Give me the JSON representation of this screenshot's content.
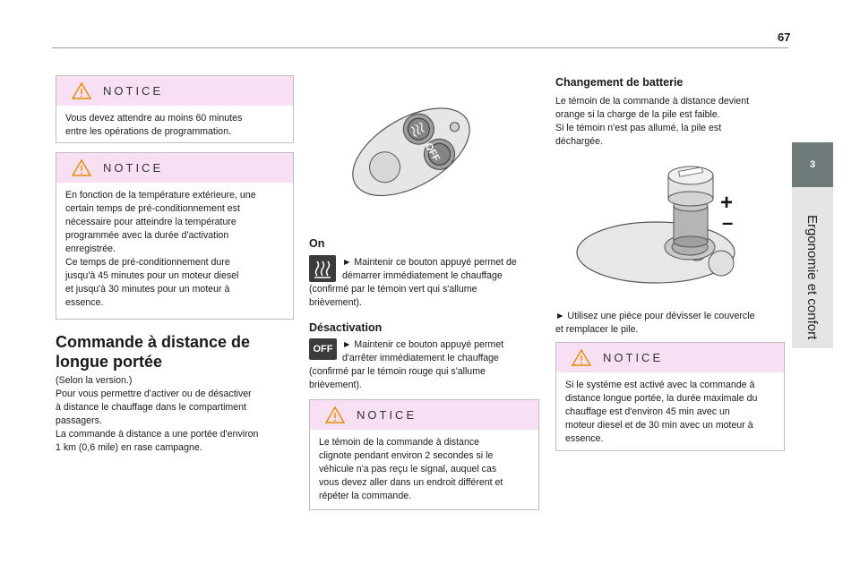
{
  "page": {
    "number": "67"
  },
  "side_tab": {
    "number": "3",
    "label": "Ergonomie et confort"
  },
  "notice_label": "NOTICE",
  "col1": {
    "notice1": "Vous devez attendre au moins 60 minutes\nentre les opérations de programmation.",
    "notice2": "En fonction de la température extérieure, une\ncertain temps de pré-conditionnement est\nnécessaire pour atteindre la température\nprogrammée avec la durée d'activation\nenregistrée.\nCe temps de pré-conditionnement dure\njusqu'à 45 minutes pour un moteur diesel\net jusqu'à 30 minutes pour un moteur à\nessence.",
    "heading": "Commande à distance de\nlongue portée",
    "body": "(Selon la version.)\nPour vous permettre d'activer ou de désactiver\nà distance le chauffage dans le compartiment\npassagers.\nLa commande à distance a une portée d'environ\n1 km (0,6 mile) en rase campagne."
  },
  "col2": {
    "remote_off_label": "OFF",
    "on_heading": "On",
    "on_line1": "► Maintenir ce bouton appuyé permet de",
    "on_line2": "démarrer immédiatement le chauffage",
    "on_rest": "(confirmé par le témoin vert qui s'allume\nbrièvement).",
    "off_heading": "Désactivation",
    "off_icon_label": "OFF",
    "off_line1": "► Maintenir ce bouton appuyé permet",
    "off_line2": "d'arrêter immédiatement le chauffage",
    "off_rest": "(confirmé par le témoin rouge qui s'allume\nbrièvement).",
    "notice3": "Le témoin de la commande à distance\nclignote pendant environ 2 secondes si le\nvéhicule n'a pas reçu le signal, auquel cas\nvous devez aller dans un endroit différent et\nrépéter la commande."
  },
  "col3": {
    "heading": "Changement de batterie",
    "body": "Le témoin de la commande à distance devient\norange si la charge de la pile est faible.\nSi le témoin n'est pas allumé, la pile est\ndéchargée.",
    "plus": "+",
    "minus": "–",
    "instruction": "► Utilisez une pièce pour dévisser le couvercle\net remplacer le pile.",
    "notice4": "Si le système est activé avec la commande à\ndistance longue portée, la durée maximale du\nchauffage est d'environ 45 min avec un\nmoteur diesel et de 30 min avec un moteur à\nessence."
  }
}
